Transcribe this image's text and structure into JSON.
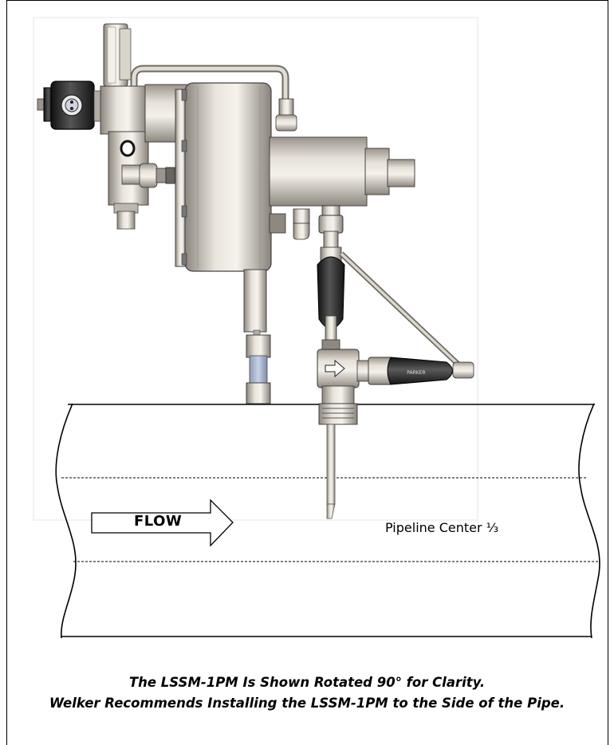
{
  "flow_arrow": {
    "label": "FLOW"
  },
  "pipeline": {
    "center_label": "Pipeline Center ⅓"
  },
  "parker_label": "PARKER",
  "caption": {
    "line1": "The LSSM-1PM Is Shown Rotated 90° for Clarity.",
    "line2": "Welker Recommends Installing the LSSM-1PM to the Side of the Pipe."
  }
}
